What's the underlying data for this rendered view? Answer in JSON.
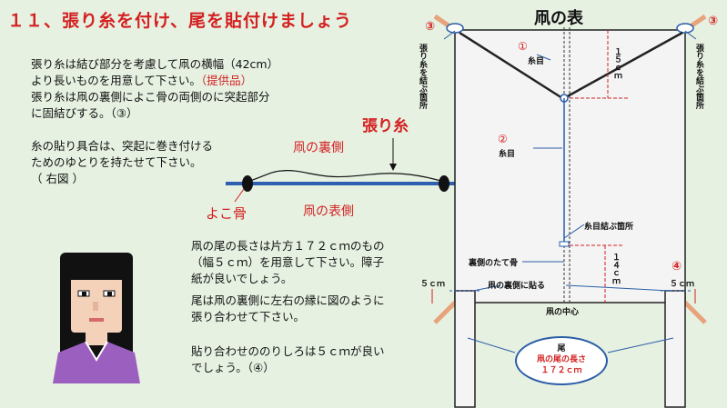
{
  "title": "１１、張り糸を付け、尾を貼付けましょう",
  "left_text": {
    "p1_line1": "張り糸は結び部分を考慮して凧の横幅（42cm）",
    "p1_line2a": "より長いものを用意して下さい。",
    "p1_line2b": "（提供品）",
    "p1_line3": "張り糸は凧の裏側によこ骨の両側のに突起部分",
    "p1_line4": "に固結びする。（③）",
    "p2_line1": "糸の貼り具合は、突起に巻き付ける",
    "p2_line2": "ためのゆとりを持たせて下さい。",
    "p2_line3": "（ 右図 ）",
    "p3_line1": "凧の尾の長さは片方１７２ｃｍのもの",
    "p3_line2": "（幅５ｃｍ）を用意して下さい。障子",
    "p3_line3": "紙が良いでしょう。",
    "p4_line1": "尾は凧の裏側に左右の縁に図のように",
    "p4_line2": "張り合わせて下さい。",
    "p5_line1": "貼り合わせののりしろは５ｃｍが良い",
    "p5_line2": "でしょう。（④）"
  },
  "cross_section": {
    "label_string": "張り糸",
    "label_back": "凧の裏側",
    "label_front": "凧の表側",
    "label_spar": "よこ骨"
  },
  "kite": {
    "title": "凧の表",
    "marker_3": "③",
    "marker_1": "①",
    "marker_2": "②",
    "marker_4": "④",
    "left_note": "張り糸を結ぶ箇所",
    "right_note": "張り糸を結ぶ箇所",
    "itome_1": "糸目",
    "itome_2": "糸目",
    "dim_15": "１５ｃｍ",
    "knot": "糸目結ぶ箇所",
    "vertical_spar": "裏側のたて骨",
    "dim_14": "１４ｃｍ",
    "left_5cm": "５ｃｍ",
    "right_5cm": "５ｃｍ",
    "attach_back": "凧の裏側に貼る",
    "center": "凧の中心",
    "tail_label": "尾",
    "tail_length_label": "凧の尾の長さ",
    "tail_length_value": "１７２ｃｍ"
  }
}
